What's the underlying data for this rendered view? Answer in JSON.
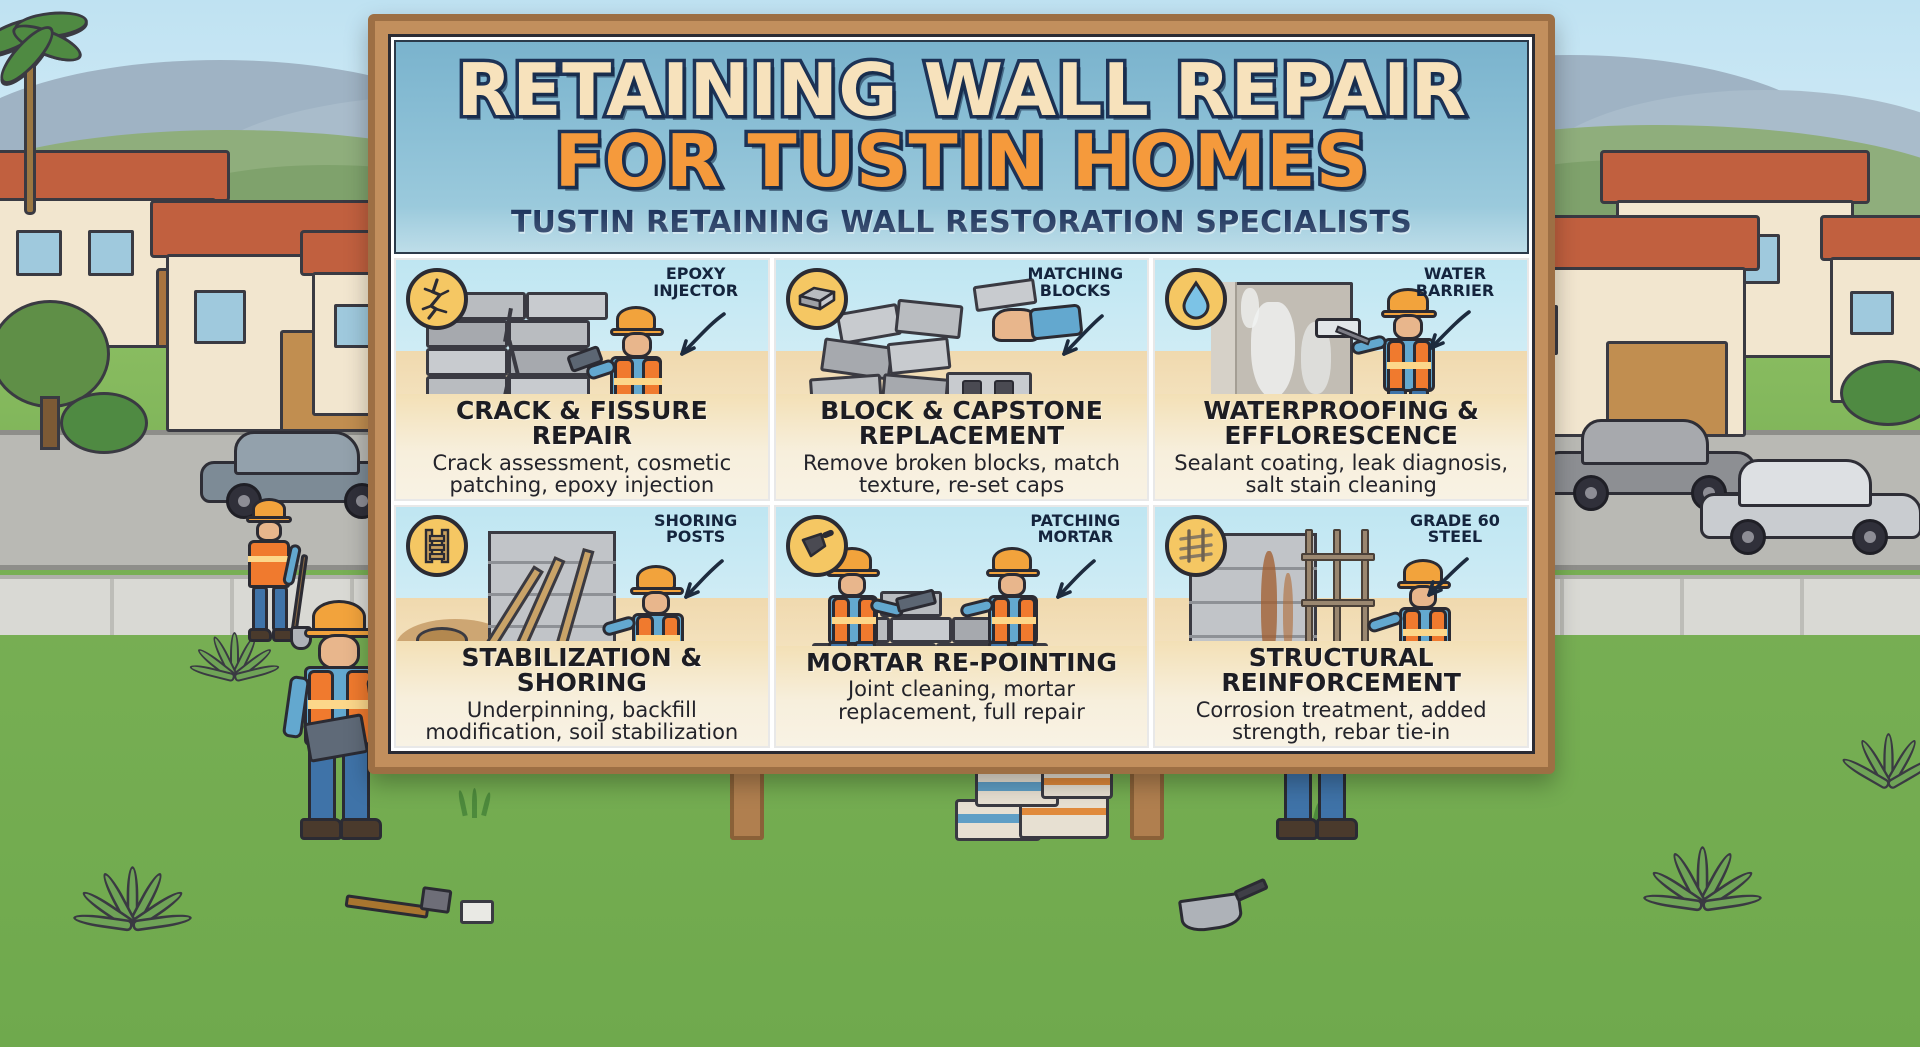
{
  "billboard": {
    "title_line1": "RETAINING WALL REPAIR",
    "title_line2": "FOR TUSTIN HOMES",
    "subtitle": "TUSTIN RETAINING WALL RESTORATION SPECIALISTS",
    "colors": {
      "title_line1_fill": "#f7e2bc",
      "title_line2_fill": "#f59a3c",
      "title_outline": "#1d3357",
      "subtitle": "#19315a",
      "header_sky": "#8cc0d6",
      "frame": "#c28f5d",
      "accent_badge": "#f5c763",
      "vest_orange": "#f07a2e",
      "helmet_orange": "#f2a33c"
    },
    "panels": [
      {
        "id": "crack-fissure-repair",
        "badge_icon": "crack-icon",
        "annotation": "EPOXY INJECTOR",
        "title": "CRACK & FISSURE REPAIR",
        "description": "Crack assessment, cosmetic patching, epoxy injection"
      },
      {
        "id": "block-capstone-replacement",
        "badge_icon": "block-icon",
        "annotation": "MATCHING BLOCKS",
        "title": "BLOCK & CAPSTONE REPLACEMENT",
        "description": "Remove broken blocks, match texture, re-set caps"
      },
      {
        "id": "waterproofing-efflorescence",
        "badge_icon": "water-drop-icon",
        "annotation": "WATER BARRIER",
        "title": "WATERPROOFING & EFFLORESCENCE",
        "description": "Sealant coating, leak diagnosis, salt stain cleaning"
      },
      {
        "id": "stabilization-shoring",
        "badge_icon": "ladder-icon",
        "annotation": "SHORING POSTS",
        "title": "STABILIZATION & SHORING",
        "description": "Underpinning, backfill modification, soil stabilization"
      },
      {
        "id": "mortar-re-pointing",
        "badge_icon": "trowel-icon",
        "annotation": "PATCHING MORTAR",
        "title": "MORTAR RE-POINTING",
        "description": "Joint cleaning, mortar replacement, full repair"
      },
      {
        "id": "structural-reinforcement",
        "badge_icon": "rebar-mesh-icon",
        "annotation": "GRADE 60 STEEL",
        "title": "STRUCTURAL REINFORCEMENT",
        "description": "Corrosion treatment, added strength, rebar tie-in"
      }
    ]
  },
  "scene": {
    "description": "Suburban Tustin neighborhood with stucco houses, tile roofs, palm trees, parked cars, lawns and construction workers around a roadside billboard"
  }
}
